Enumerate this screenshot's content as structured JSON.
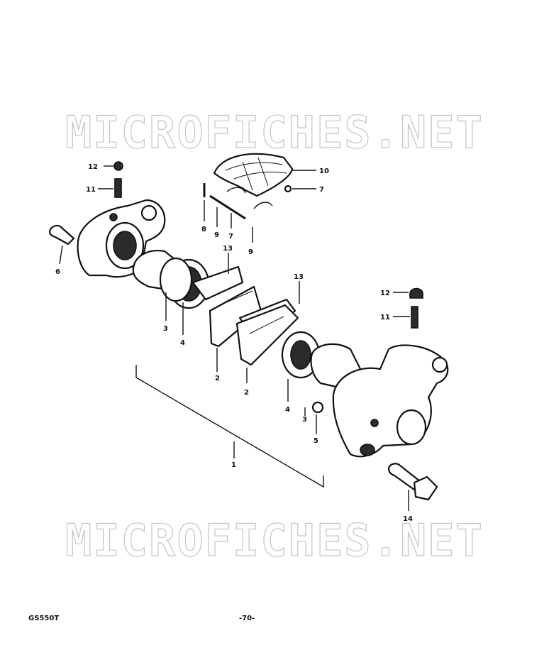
{
  "watermark": {
    "top": "MICROFICHES.NET",
    "bottom": "MICROFICHES.NET"
  },
  "footer": {
    "model": "GS550T",
    "page": "-70-"
  },
  "callouts": {
    "c1": "1",
    "c2a": "2",
    "c2b": "2",
    "c3a": "3",
    "c3b": "3",
    "c4a": "4",
    "c4b": "4",
    "c5": "5",
    "c6": "6",
    "c7a": "7",
    "c7b": "7",
    "c8": "8",
    "c9a": "9",
    "c9b": "9",
    "c10": "10",
    "c11a": "11",
    "c11b": "11",
    "c12a": "12",
    "c12b": "12",
    "c13a": "13",
    "c13b": "13",
    "c14": "14"
  }
}
